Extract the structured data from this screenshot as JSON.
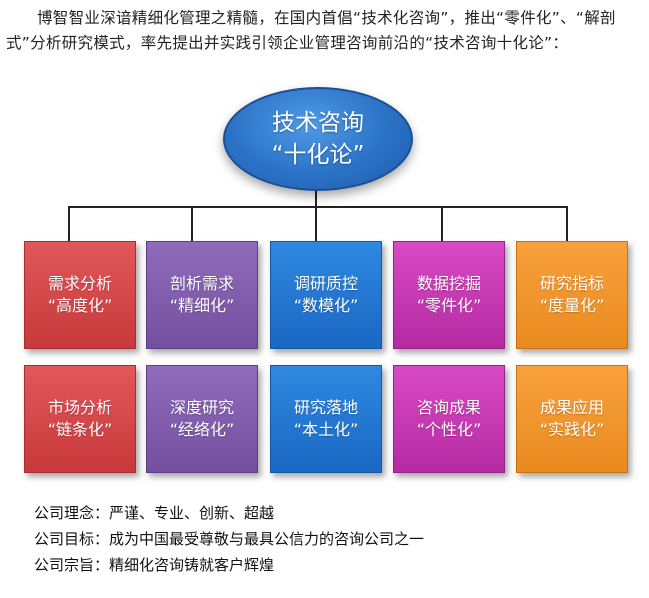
{
  "intro_text": "博智智业深谙精细化管理之精髓，在国内首倡“技术化咨询”，推出“零件化”、“解剖式”分析研究模式，率先提出并实践引领企业管理咨询前沿的“技术咨询十化论”：",
  "root": {
    "line1": "技术咨询",
    "line2": "“十化论”"
  },
  "boxes": [
    {
      "line1": "需求分析",
      "line2": "“高度化”",
      "color": "#d8484b"
    },
    {
      "line1": "剖析需求",
      "line2": "“精细化”",
      "color": "#8360b0"
    },
    {
      "line1": "调研质控",
      "line2": "“数模化”",
      "color": "#257ad2"
    },
    {
      "line1": "数据挖掘",
      "line2": "“零件化”",
      "color": "#c93cb4"
    },
    {
      "line1": "研究指标",
      "line2": "“度量化”",
      "color": "#f0962c"
    },
    {
      "line1": "市场分析",
      "line2": "“链条化”",
      "color": "#d8484b"
    },
    {
      "line1": "深度研究",
      "line2": "“经络化”",
      "color": "#8360b0"
    },
    {
      "line1": "研究落地",
      "line2": "“本土化”",
      "color": "#257ad2"
    },
    {
      "line1": "咨询成果",
      "line2": "“个性化”",
      "color": "#c93cb4"
    },
    {
      "line1": "成果应用",
      "line2": "“实践化”",
      "color": "#f0962c"
    }
  ],
  "footer": {
    "philosophy": "公司理念：严谨、专业、创新、超越",
    "goal": "公司目标：成为中国最受尊敬与最具公信力的咨询公司之一",
    "mission": "公司宗旨：精细化咨询铸就客户辉煌"
  }
}
